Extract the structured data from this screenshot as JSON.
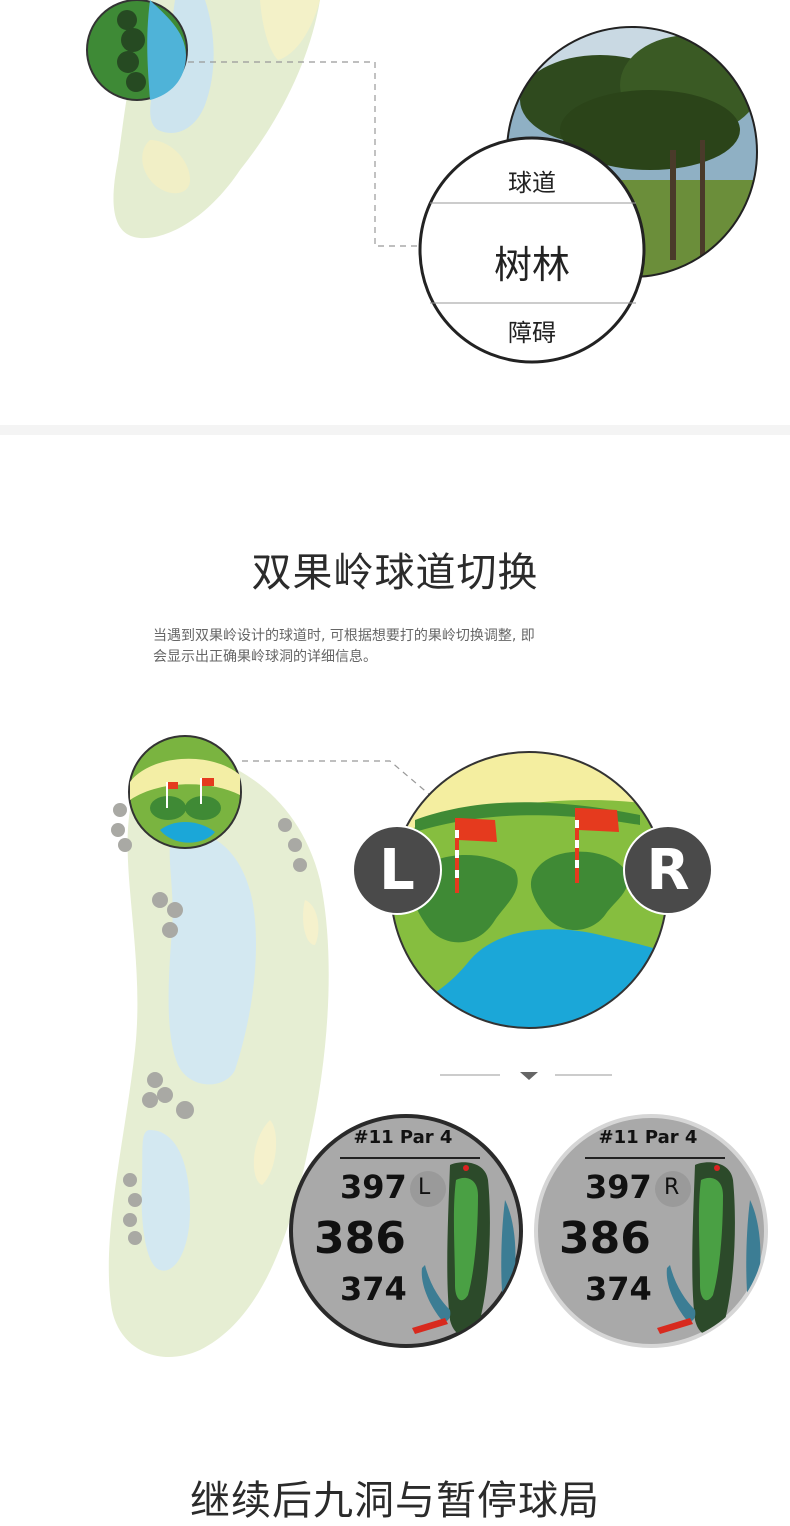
{
  "hazard_zoom": {
    "top_label": "球道",
    "center_label": "树林",
    "bottom_label": "障碍"
  },
  "section_dual_green": {
    "title": "双果岭球道切换",
    "description_line1": "当遇到双果岭设计的球道时, 可根据想要打的果岭切换调整, 即",
    "description_line2": "会显示出正确果岭球洞的详细信息。",
    "left_badge": "L",
    "right_badge": "R"
  },
  "watch_left": {
    "hole": "#11 Par 4",
    "back": "397",
    "middle": "386",
    "front": "374",
    "green_flag": "L"
  },
  "watch_right": {
    "hole": "#11 Par 4",
    "back": "397",
    "middle": "386",
    "front": "374",
    "green_flag": "R"
  },
  "section_next": {
    "title": "继续后九洞与暂停球局"
  },
  "colors": {
    "fairway_light": "#e7efd6",
    "water": "#cfe6f0",
    "sand": "#f6f2c9",
    "green": "#4d9a3a",
    "badge": "#4a4a4a",
    "flag": "#e53a1e",
    "watch_bg": "#a8a8a8"
  }
}
